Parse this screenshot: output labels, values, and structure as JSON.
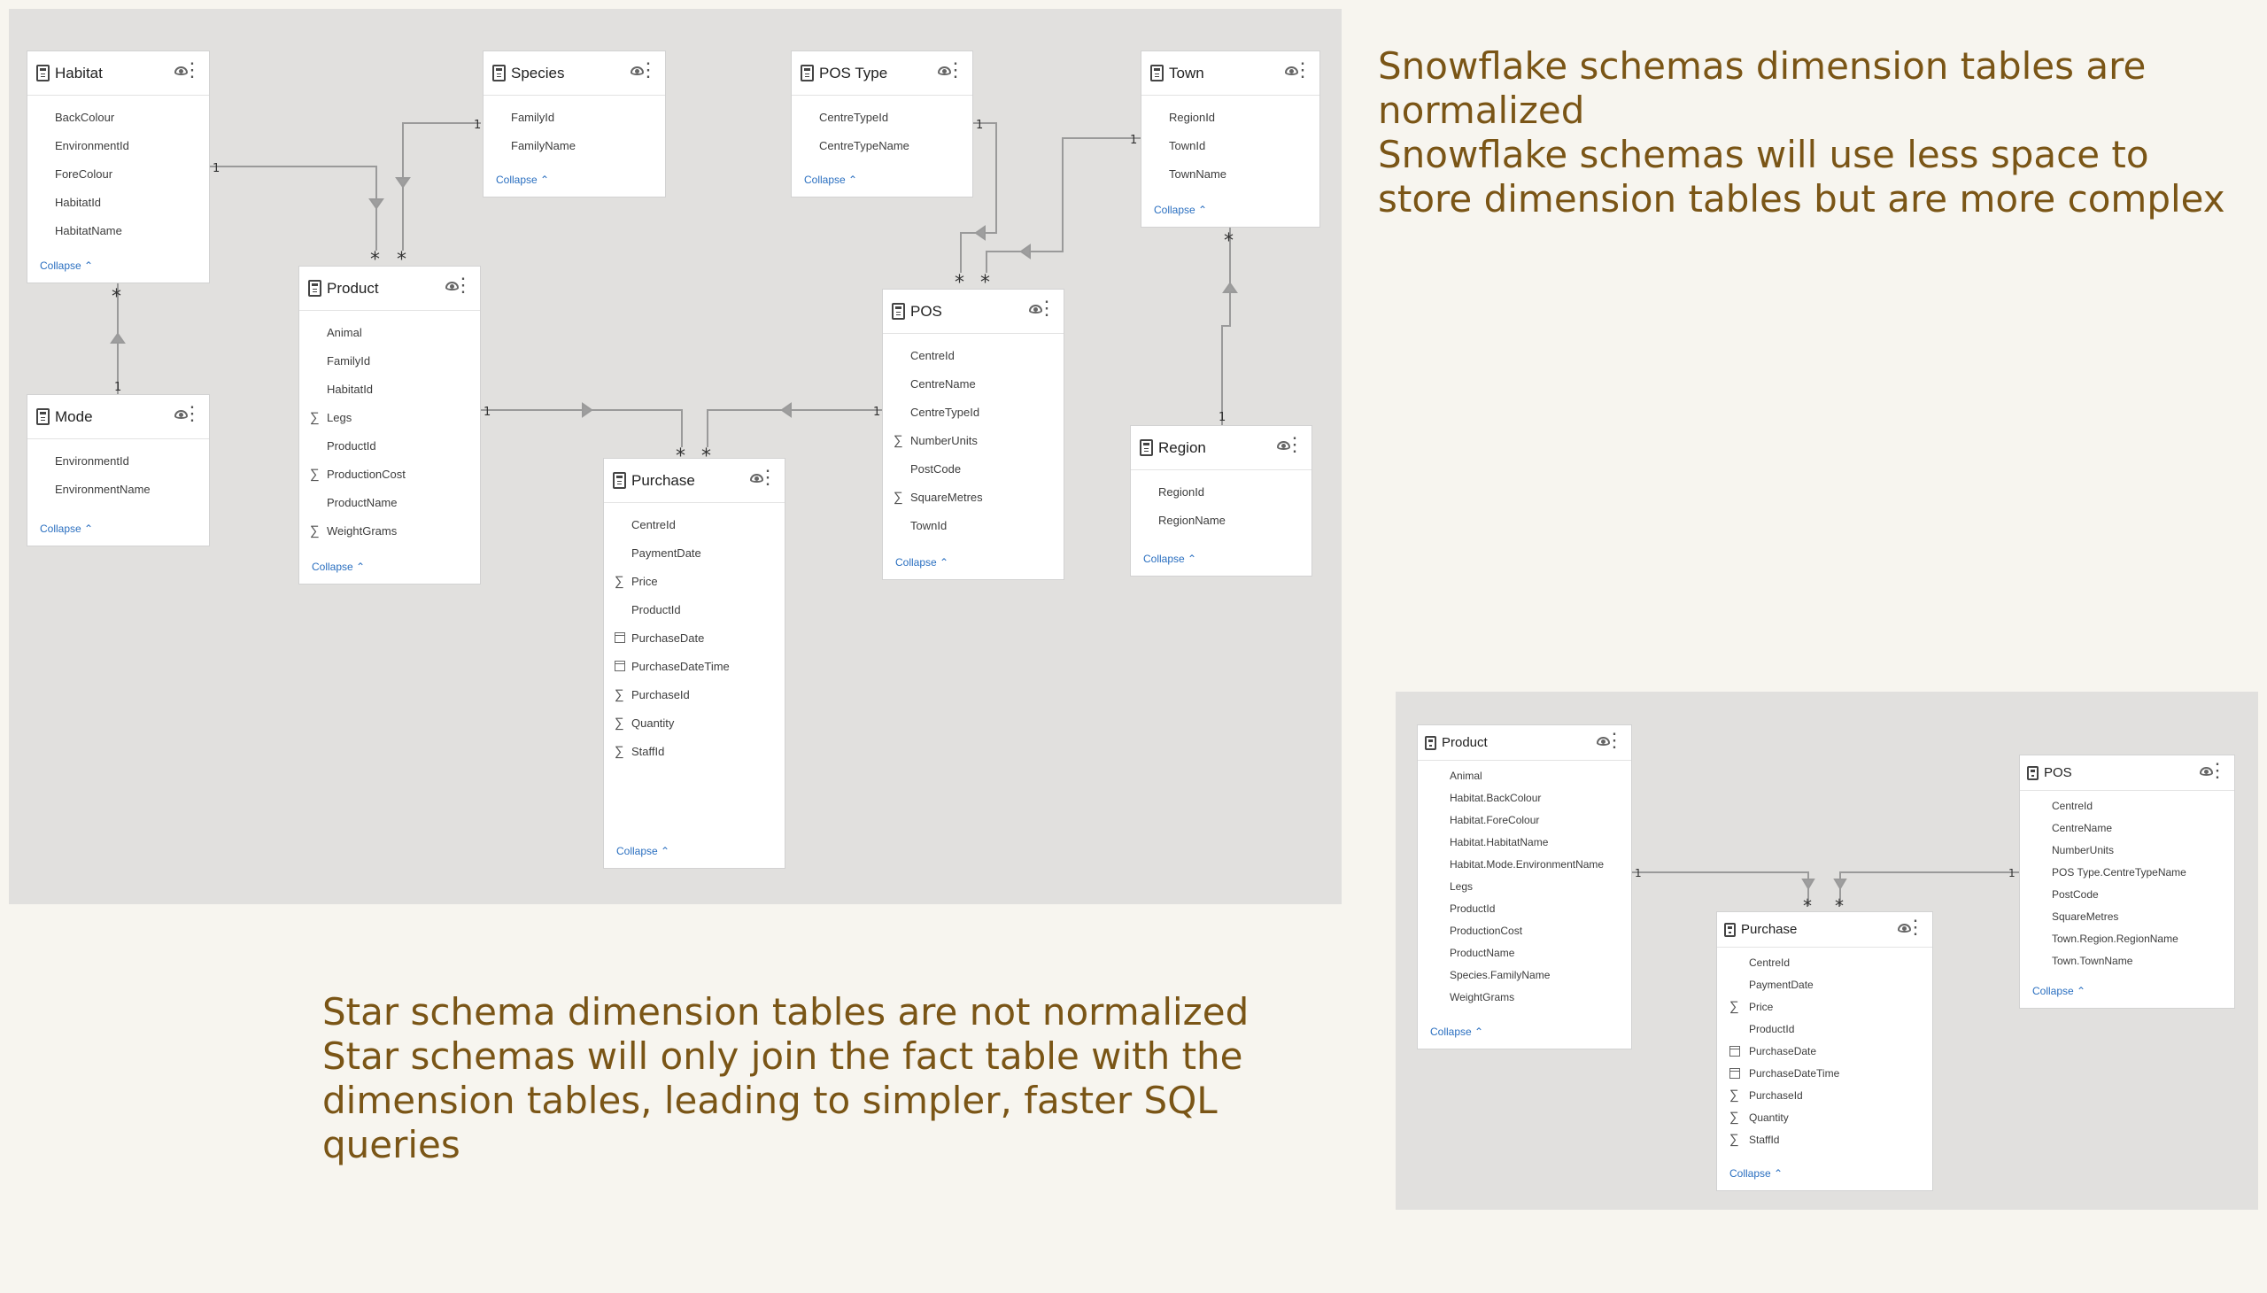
{
  "snowflake_text": "Snowflake schemas dimension tables are normalized\nSnowflake schemas will use less space to store dimension tables but are more complex",
  "star_text": "Star schema dimension tables are not normalized\nStar schemas will only join the fact table with the dimension tables, leading to simpler, faster SQL queries",
  "collapse_label": "Collapse",
  "snowflake_tables": {
    "habitat": {
      "title": "Habitat",
      "fields": [
        {
          "name": "BackColour",
          "kind": ""
        },
        {
          "name": "EnvironmentId",
          "kind": ""
        },
        {
          "name": "ForeColour",
          "kind": ""
        },
        {
          "name": "HabitatId",
          "kind": ""
        },
        {
          "name": "HabitatName",
          "kind": ""
        }
      ]
    },
    "mode": {
      "title": "Mode",
      "fields": [
        {
          "name": "EnvironmentId",
          "kind": ""
        },
        {
          "name": "EnvironmentName",
          "kind": ""
        }
      ]
    },
    "species": {
      "title": "Species",
      "fields": [
        {
          "name": "FamilyId",
          "kind": ""
        },
        {
          "name": "FamilyName",
          "kind": ""
        }
      ]
    },
    "product": {
      "title": "Product",
      "fields": [
        {
          "name": "Animal",
          "kind": ""
        },
        {
          "name": "FamilyId",
          "kind": ""
        },
        {
          "name": "HabitatId",
          "kind": ""
        },
        {
          "name": "Legs",
          "kind": "sum"
        },
        {
          "name": "ProductId",
          "kind": ""
        },
        {
          "name": "ProductionCost",
          "kind": "sum"
        },
        {
          "name": "ProductName",
          "kind": ""
        },
        {
          "name": "WeightGrams",
          "kind": "sum"
        }
      ]
    },
    "purchase": {
      "title": "Purchase",
      "fields": [
        {
          "name": "CentreId",
          "kind": ""
        },
        {
          "name": "PaymentDate",
          "kind": ""
        },
        {
          "name": "Price",
          "kind": "sum"
        },
        {
          "name": "ProductId",
          "kind": ""
        },
        {
          "name": "PurchaseDate",
          "kind": "cal"
        },
        {
          "name": "PurchaseDateTime",
          "kind": "cal"
        },
        {
          "name": "PurchaseId",
          "kind": "sum"
        },
        {
          "name": "Quantity",
          "kind": "sum"
        },
        {
          "name": "StaffId",
          "kind": "sum"
        }
      ]
    },
    "pos_type": {
      "title": "POS Type",
      "fields": [
        {
          "name": "CentreTypeId",
          "kind": ""
        },
        {
          "name": "CentreTypeName",
          "kind": ""
        }
      ]
    },
    "pos": {
      "title": "POS",
      "fields": [
        {
          "name": "CentreId",
          "kind": ""
        },
        {
          "name": "CentreName",
          "kind": ""
        },
        {
          "name": "CentreTypeId",
          "kind": ""
        },
        {
          "name": "NumberUnits",
          "kind": "sum"
        },
        {
          "name": "PostCode",
          "kind": ""
        },
        {
          "name": "SquareMetres",
          "kind": "sum"
        },
        {
          "name": "TownId",
          "kind": ""
        }
      ]
    },
    "town": {
      "title": "Town",
      "fields": [
        {
          "name": "RegionId",
          "kind": ""
        },
        {
          "name": "TownId",
          "kind": ""
        },
        {
          "name": "TownName",
          "kind": ""
        }
      ]
    },
    "region": {
      "title": "Region",
      "fields": [
        {
          "name": "RegionId",
          "kind": ""
        },
        {
          "name": "RegionName",
          "kind": ""
        }
      ]
    }
  },
  "star_tables": {
    "product": {
      "title": "Product",
      "fields": [
        {
          "name": "Animal",
          "kind": ""
        },
        {
          "name": "Habitat.BackColour",
          "kind": ""
        },
        {
          "name": "Habitat.ForeColour",
          "kind": ""
        },
        {
          "name": "Habitat.HabitatName",
          "kind": ""
        },
        {
          "name": "Habitat.Mode.EnvironmentName",
          "kind": ""
        },
        {
          "name": "Legs",
          "kind": ""
        },
        {
          "name": "ProductId",
          "kind": ""
        },
        {
          "name": "ProductionCost",
          "kind": ""
        },
        {
          "name": "ProductName",
          "kind": ""
        },
        {
          "name": "Species.FamilyName",
          "kind": ""
        },
        {
          "name": "WeightGrams",
          "kind": ""
        }
      ]
    },
    "purchase": {
      "title": "Purchase",
      "fields": [
        {
          "name": "CentreId",
          "kind": ""
        },
        {
          "name": "PaymentDate",
          "kind": ""
        },
        {
          "name": "Price",
          "kind": "sum"
        },
        {
          "name": "ProductId",
          "kind": ""
        },
        {
          "name": "PurchaseDate",
          "kind": "cal"
        },
        {
          "name": "PurchaseDateTime",
          "kind": "cal"
        },
        {
          "name": "PurchaseId",
          "kind": "sum"
        },
        {
          "name": "Quantity",
          "kind": "sum"
        },
        {
          "name": "StaffId",
          "kind": "sum"
        }
      ]
    },
    "pos": {
      "title": "POS",
      "fields": [
        {
          "name": "CentreId",
          "kind": ""
        },
        {
          "name": "CentreName",
          "kind": ""
        },
        {
          "name": "NumberUnits",
          "kind": ""
        },
        {
          "name": "POS Type.CentreTypeName",
          "kind": ""
        },
        {
          "name": "PostCode",
          "kind": ""
        },
        {
          "name": "SquareMetres",
          "kind": ""
        },
        {
          "name": "Town.Region.RegionName",
          "kind": ""
        },
        {
          "name": "Town.TownName",
          "kind": ""
        }
      ]
    }
  },
  "cardinality": {
    "one": "1",
    "many": "*"
  }
}
